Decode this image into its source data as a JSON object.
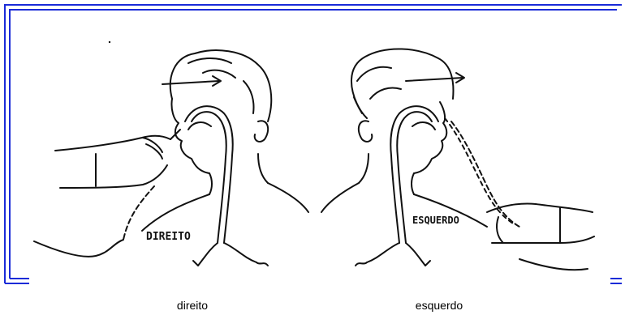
{
  "figure": {
    "left_panel": {
      "handwritten_label": "DIREITO"
    },
    "right_panel": {
      "handwritten_label": "ESQUERDO"
    }
  },
  "captions": {
    "left": "direito",
    "right": "esquerdo"
  },
  "colors": {
    "frame_blue": "#1a2bd8",
    "ink": "#111111",
    "background": "#ffffff"
  }
}
